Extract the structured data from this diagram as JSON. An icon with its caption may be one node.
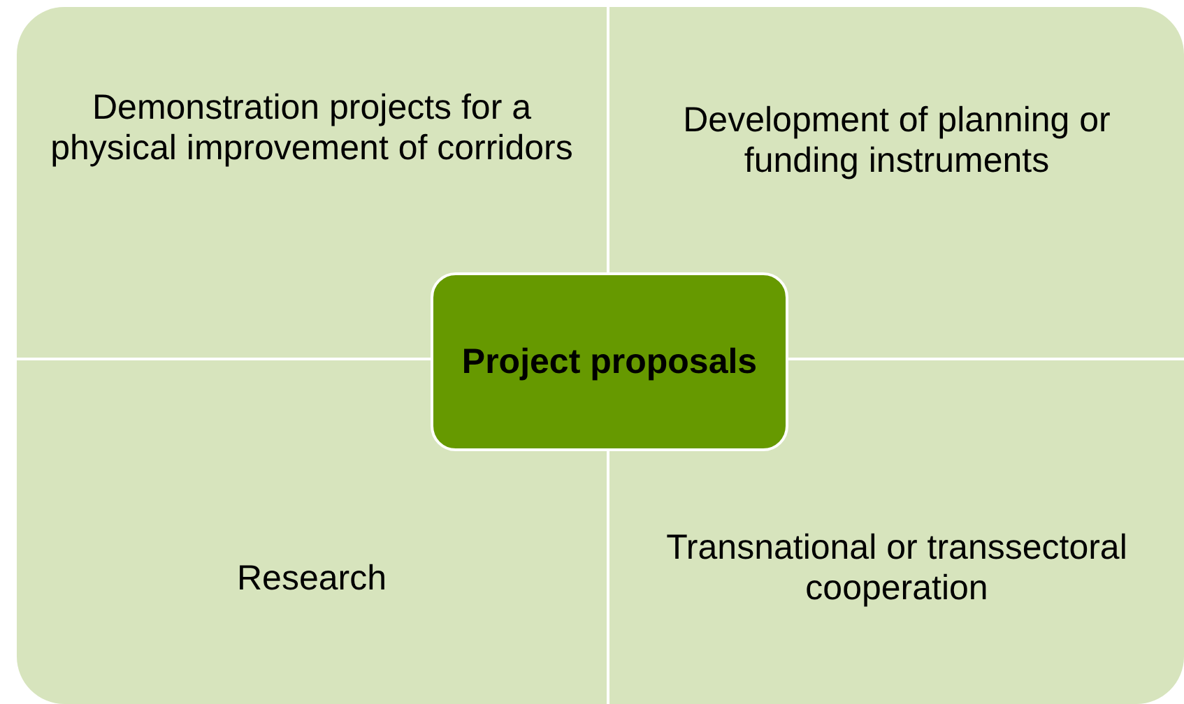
{
  "diagram": {
    "nodes": [
      {
        "text": [
          "Demonstration projects for a physical improvement of corridors"
        ]
      },
      {
        "text": [
          "Development of planning or funding instruments"
        ]
      },
      {
        "text": [
          "Research"
        ]
      },
      {
        "text": [
          "Transnational or transsectoral cooperation"
        ]
      },
      {
        "text": [
          "Project proposals"
        ]
      }
    ]
  }
}
